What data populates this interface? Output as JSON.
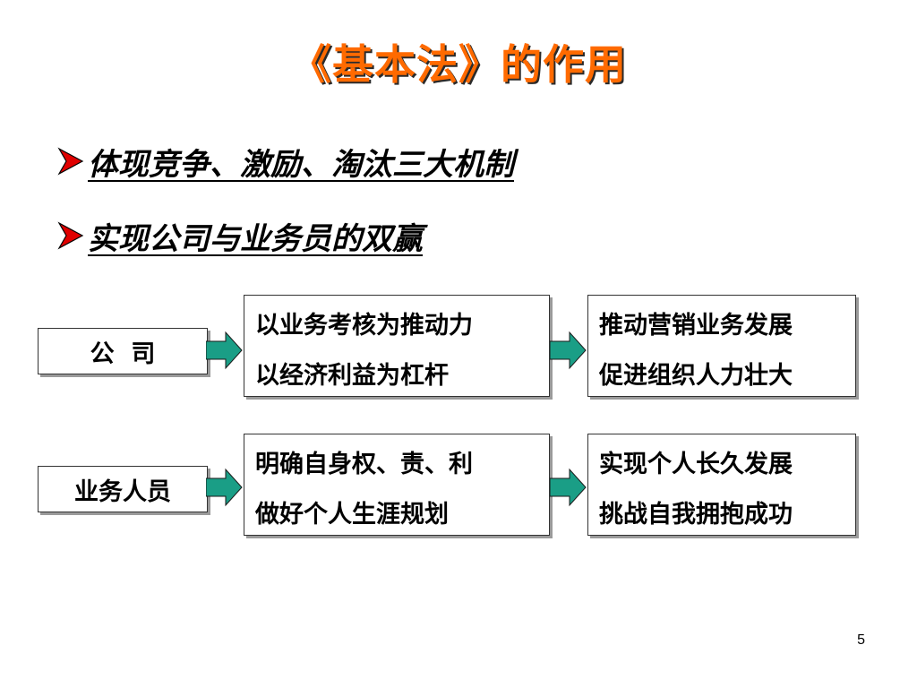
{
  "slide": {
    "title": "《基本法》的作用",
    "bullets": [
      "体现竞争、激励、淘汰三大机制",
      "实现公司与业务员的双赢"
    ],
    "rows": [
      {
        "label": "公  司",
        "middle": [
          "以业务考核为推动力",
          "以经济利益为杠杆"
        ],
        "right": [
          "推动营销业务发展",
          "促进组织人力壮大"
        ]
      },
      {
        "label": "业务人员",
        "middle": [
          "明确自身权、责、利",
          "做好个人生涯规划"
        ],
        "right": [
          "实现个人长久发展",
          "挑战自我拥抱成功"
        ]
      }
    ],
    "page_number": "5"
  },
  "colors": {
    "title": "#ff6a00",
    "bullet_arrow": "#e00000",
    "flow_arrow": "#1a9e86"
  }
}
